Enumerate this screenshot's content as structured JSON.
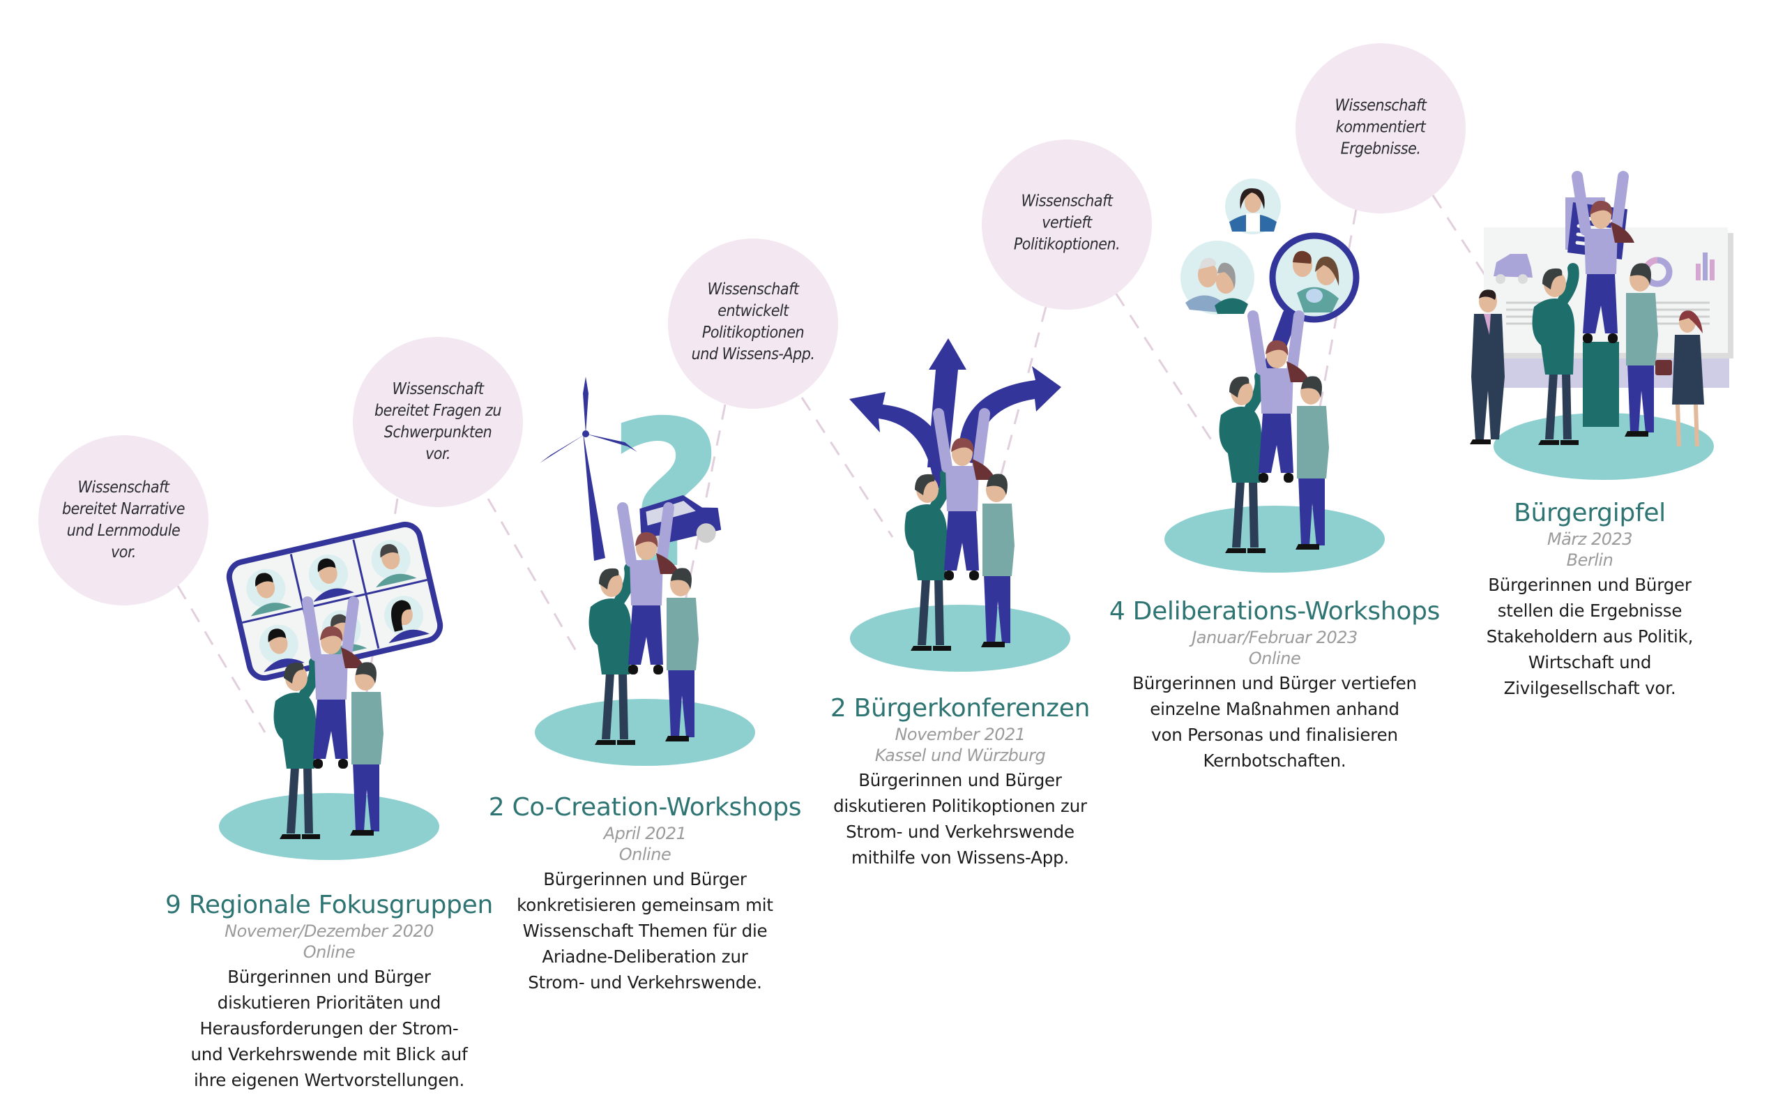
{
  "colors": {
    "title_teal": "#2d7472",
    "bubble_pink": "#f3e8f1",
    "platform_teal": "#8ecfd0",
    "indigo": "#33359a",
    "lavender": "#a9a5d9",
    "meta_gray": "#9a9a9a",
    "dash_pink": "#e2cfdd"
  },
  "bubbles": [
    {
      "lines": [
        "Wissenschaft",
        "bereitet Narrative",
        "und Lernmodule",
        "vor."
      ]
    },
    {
      "lines": [
        "Wissenschaft",
        "bereitet Fragen zu",
        "Schwerpunkten",
        "vor."
      ]
    },
    {
      "lines": [
        "Wissenschaft",
        "entwickelt",
        "Politikoptionen",
        "und Wissens-App."
      ]
    },
    {
      "lines": [
        "Wissenschaft",
        "vertieft",
        "Politikoptionen."
      ]
    },
    {
      "lines": [
        "Wissenschaft",
        "kommentiert",
        "Ergebnisse."
      ]
    }
  ],
  "steps": [
    {
      "title": "9 Regionale Fokusgruppen",
      "date": "Novemer/Dezember 2020",
      "location": "Online",
      "description": [
        "Bürgerinnen und Bürger",
        "diskutieren Prioritäten und",
        "Herausforderungen der Strom-",
        "und Verkehrswende mit Blick auf",
        "ihre eigenen Wertvorstellungen."
      ],
      "illustration": "video-call-grid-icon"
    },
    {
      "title": "2 Co-Creation-Workshops",
      "date": "April 2021",
      "location": "Online",
      "description": [
        "Bürgerinnen und Bürger",
        "konkretisieren gemeinsam mit",
        "Wissenschaft Themen für die",
        "Ariadne-Deliberation zur",
        "Strom- und Verkehrswende."
      ],
      "illustration": "wind-turbine-question-car-icon"
    },
    {
      "title": "2 Bürgerkonferenzen",
      "date": "November 2021",
      "location": "Kassel und Würzburg",
      "description": [
        "Bürgerinnen und Bürger",
        "diskutieren Politikoptionen zur",
        "Strom- und Verkehrswende",
        "mithilfe von Wissens-App."
      ],
      "illustration": "three-arrows-icon"
    },
    {
      "title": "4 Deliberations-Workshops",
      "date": "Januar/Februar 2023",
      "location": "Online",
      "description": [
        "Bürgerinnen und Bürger vertiefen",
        "einzelne Maßnahmen anhand",
        "von Personas und finalisieren",
        "Kernbotschaften."
      ],
      "illustration": "magnifier-personas-icon"
    },
    {
      "title": "Bürgergipfel",
      "date": "März 2023",
      "location": "Berlin",
      "description": [
        "Bürgerinnen und Bürger",
        "stellen die Ergebnisse",
        "Stakeholdern aus Politik,",
        "Wirtschaft und",
        "Zivilgesellschaft vor."
      ],
      "illustration": "presentation-board-icon"
    }
  ]
}
